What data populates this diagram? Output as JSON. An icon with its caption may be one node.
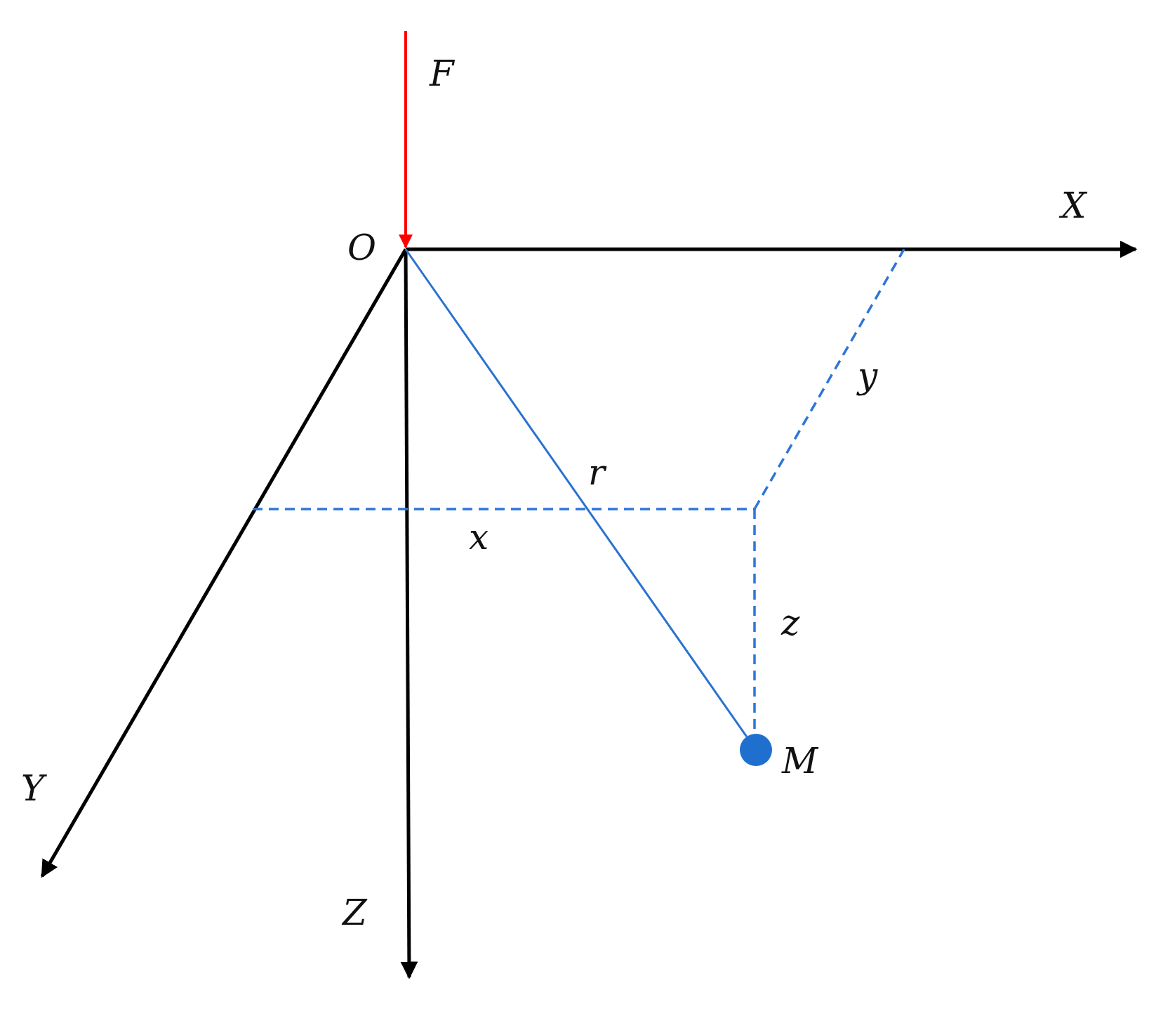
{
  "diagram": {
    "nodes": [
      {
        "text": [
          "O"
        ]
      },
      {
        "text": [],
        "shape": "circle",
        "beside": [
          "M"
        ]
      }
    ],
    "edges": [
      {
        "from": 0,
        "to": 1,
        "arrow": "none",
        "label": "r",
        "color": "#2a72d0"
      }
    ],
    "labels": [
      "F",
      "X",
      "y",
      "x",
      "z",
      "Y",
      "Z"
    ]
  }
}
